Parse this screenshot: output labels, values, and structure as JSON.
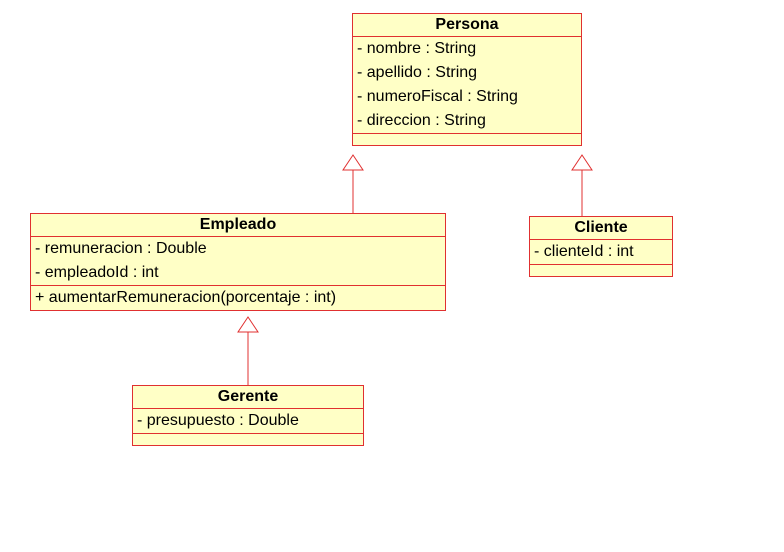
{
  "colors": {
    "fill": "#ffffc6",
    "stroke": "#e03030"
  },
  "classes": {
    "persona": {
      "name": "Persona",
      "attributes": [
        "- nombre : String",
        "- apellido : String",
        "- numeroFiscal : String",
        "- direccion : String"
      ],
      "operations": []
    },
    "empleado": {
      "name": "Empleado",
      "attributes": [
        "- remuneracion : Double",
        "- empleadoId : int"
      ],
      "operations": [
        "+ aumentarRemuneracion(porcentaje : int)"
      ]
    },
    "cliente": {
      "name": "Cliente",
      "attributes": [
        "- clienteId : int"
      ],
      "operations": []
    },
    "gerente": {
      "name": "Gerente",
      "attributes": [
        "- presupuesto : Double"
      ],
      "operations": []
    }
  },
  "relations": [
    {
      "type": "generalization",
      "from": "empleado",
      "to": "persona"
    },
    {
      "type": "generalization",
      "from": "cliente",
      "to": "persona"
    },
    {
      "type": "generalization",
      "from": "gerente",
      "to": "empleado"
    }
  ]
}
